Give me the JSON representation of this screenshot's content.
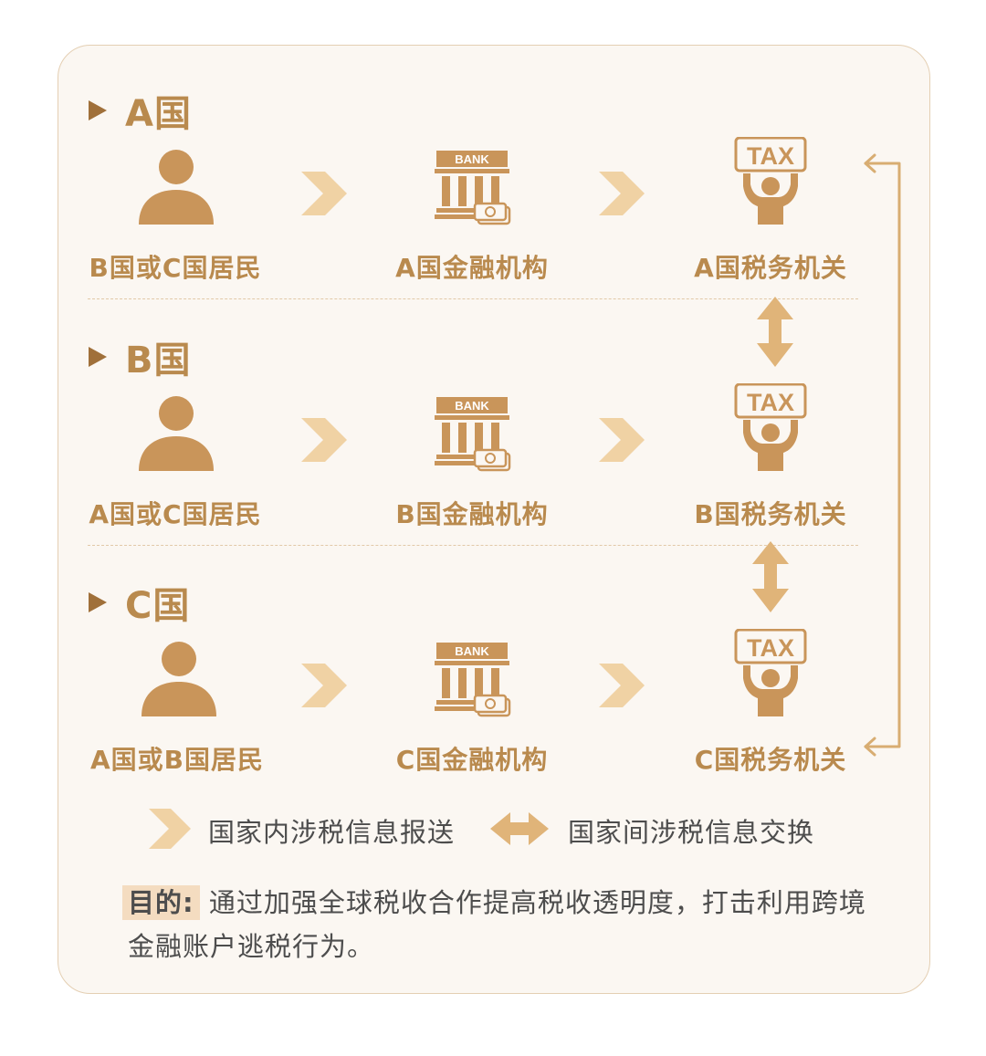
{
  "sections": [
    {
      "title": "A国",
      "resident": "B国或C国居民",
      "institution": "A国金融机构",
      "tax_authority": "A国税务机关"
    },
    {
      "title": "B国",
      "resident": "A国或C国居民",
      "institution": "B国金融机构",
      "tax_authority": "B国税务机关"
    },
    {
      "title": "C国",
      "resident": "A国或B国居民",
      "institution": "C国金融机构",
      "tax_authority": "C国税务机关"
    }
  ],
  "icons": {
    "bank_sign": "BANK",
    "tax_sign": "TAX",
    "person": "person-icon",
    "bank": "bank-icon",
    "tax": "tax-officer-icon"
  },
  "legend": {
    "domestic": "国家内涉税信息报送",
    "international": "国家间涉税信息交换"
  },
  "purpose": {
    "label": "目的:",
    "text": "通过加强全球税收合作提高税收透明度，打击利用跨境金融账户逃税行为。"
  },
  "colors": {
    "primary": "#b98a4e",
    "accent_light": "#f0d2a4",
    "background": "#fbf7f2",
    "border": "#e4cfb3"
  }
}
